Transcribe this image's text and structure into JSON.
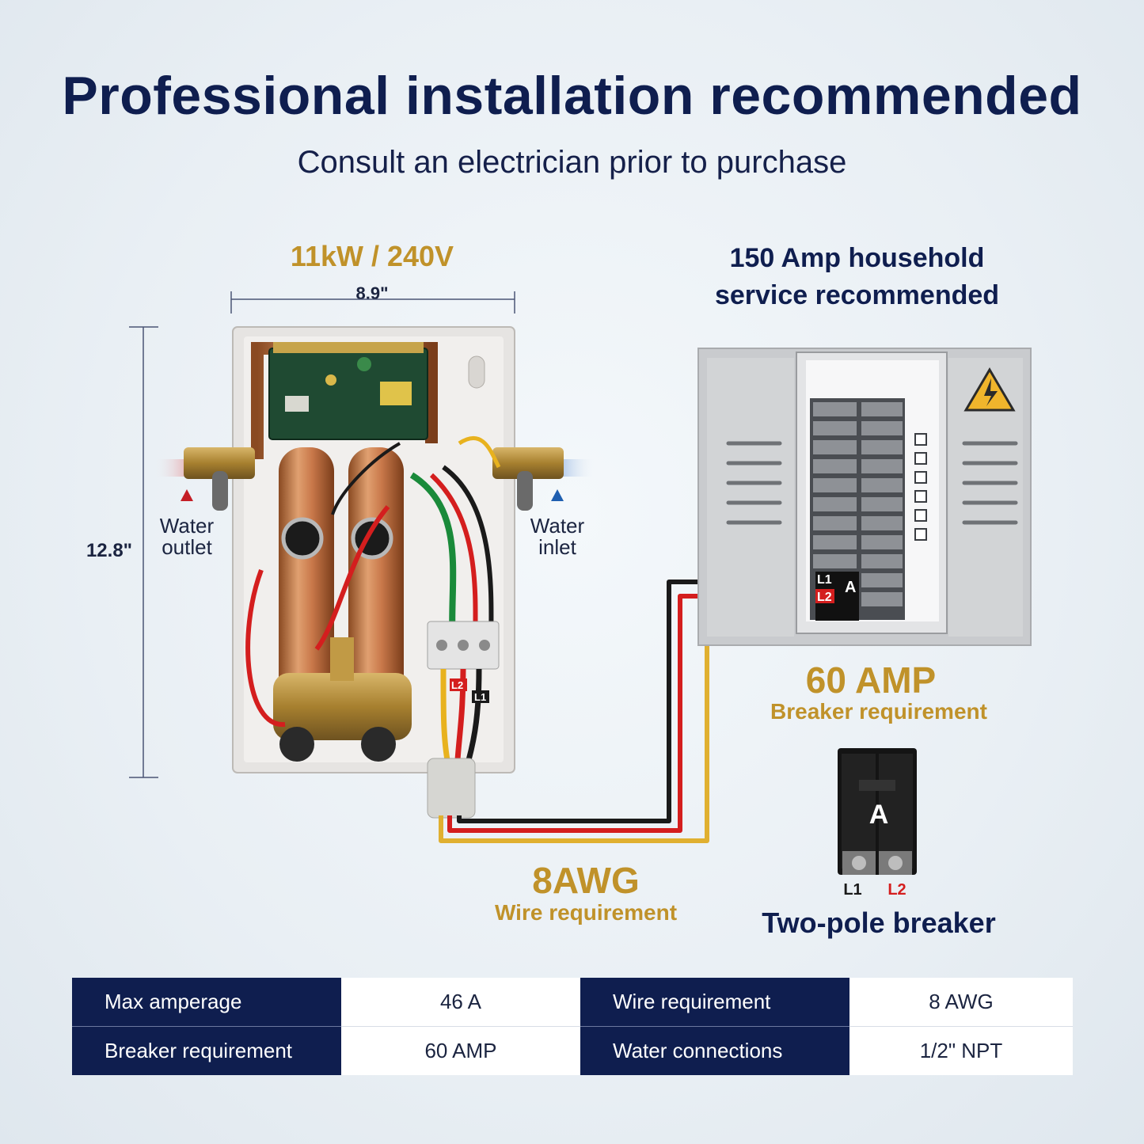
{
  "header": {
    "title": "Professional installation recommended",
    "subtitle": "Consult an electrician prior to purchase"
  },
  "heater": {
    "power_label": "11kW / 240V",
    "width_label": "8.9\"",
    "height_label": "12.8\"",
    "outlet_label_1": "Water",
    "outlet_label_2": "outlet",
    "inlet_label_1": "Water",
    "inlet_label_2": "inlet",
    "terminal_l1": "L1",
    "terminal_l2": "L2"
  },
  "panel": {
    "service_line_1": "150 Amp household",
    "service_line_2": "service recommended",
    "breaker_l1": "L1",
    "breaker_l2": "L2",
    "breaker_letter": "A"
  },
  "breaker_callout": {
    "value": "60 AMP",
    "caption": "Breaker requirement"
  },
  "wire_callout": {
    "value": "8AWG",
    "caption": "Wire requirement"
  },
  "two_pole": {
    "letter": "A",
    "l1": "L1",
    "l2": "L2",
    "label": "Two-pole breaker"
  },
  "specs_table": {
    "rows": [
      {
        "label_a": "Max amperage",
        "value_a": "46 A",
        "label_b": "Wire requirement",
        "value_b": "8 AWG"
      },
      {
        "label_a": "Breaker requirement",
        "value_a": "60 AMP",
        "label_b": "Water connections",
        "value_b": "1/2\" NPT"
      }
    ]
  },
  "colors": {
    "navy": "#0f1e4f",
    "gold": "#c0922a",
    "hot_red": "#c41e26",
    "cold_blue": "#1f5fb0"
  }
}
